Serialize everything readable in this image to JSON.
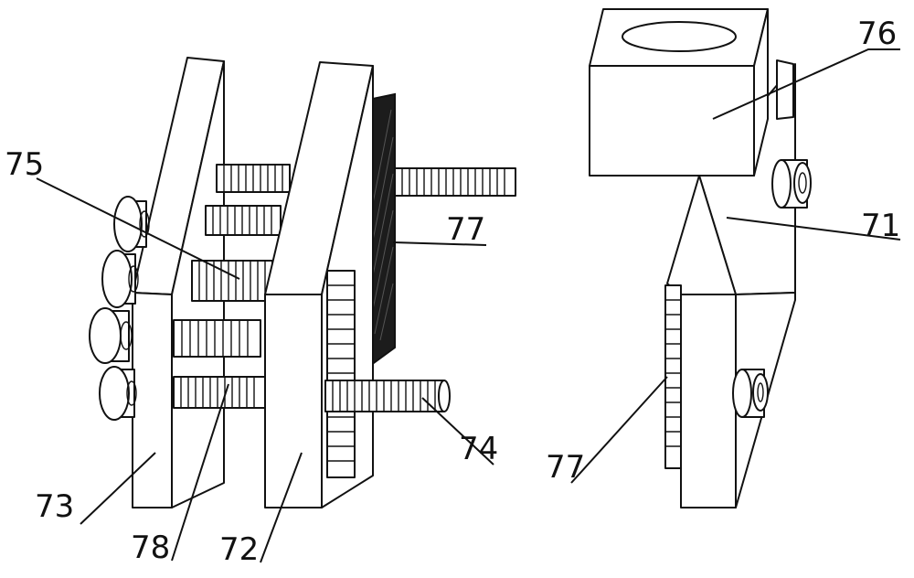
{
  "labels": {
    "l71": "71",
    "l72": "72",
    "l73": "73",
    "l74": "74",
    "l75": "75",
    "l76": "76",
    "l77a": "77",
    "l77b": "77",
    "l78": "78"
  }
}
